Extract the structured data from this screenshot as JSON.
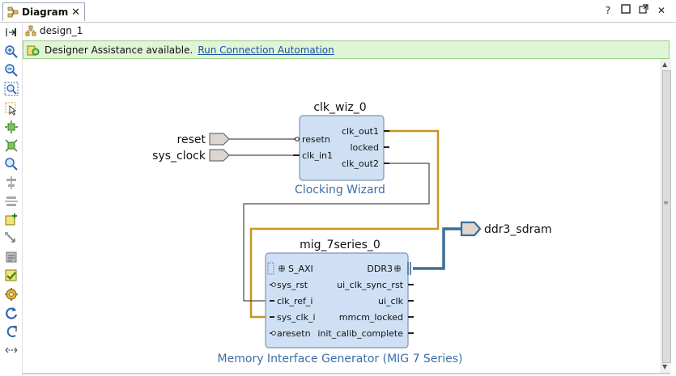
{
  "tab": {
    "title": "Diagram",
    "close": "✕"
  },
  "window_controls": {
    "help": "?",
    "maximize": "□",
    "float": "⇱",
    "close": "✕"
  },
  "breadcrumb": {
    "label": "design_1"
  },
  "banner": {
    "text": "Designer Assistance available.",
    "link": "Run Connection Automation"
  },
  "toolbar": {
    "icons": [
      "zoom-in-icon",
      "zoom-out-icon",
      "zoom-fit-icon",
      "select-icon",
      "fit-selection-icon",
      "auto-fit-icon",
      "search-icon",
      "align-icon",
      "distribute-icon",
      "add-ip-icon",
      "make-connection-icon",
      "regenerate-icon",
      "validate-icon",
      "settings-icon",
      "refresh-icon",
      "route-icon",
      "expand-icon"
    ]
  },
  "diagram": {
    "ports": {
      "reset": "reset",
      "sys_clock": "sys_clock",
      "ddr3": "ddr3_sdram"
    },
    "clk_wiz": {
      "instance": "clk_wiz_0",
      "subtitle": "Clocking Wizard",
      "pins_left": [
        "resetn",
        "clk_in1"
      ],
      "pins_right": [
        "clk_out1",
        "locked",
        "clk_out2"
      ]
    },
    "mig": {
      "instance": "mig_7series_0",
      "subtitle": "Memory Interface Generator (MIG 7 Series)",
      "pins_left": [
        "S_AXI",
        "sys_rst",
        "clk_ref_i",
        "sys_clk_i",
        "aresetn"
      ],
      "pins_right": [
        "DDR3",
        "ui_clk_sync_rst",
        "ui_clk",
        "mmcm_locked",
        "init_calib_complete"
      ]
    },
    "colors": {
      "block_fill": "#cfe0f5",
      "block_border": "#7a93b5",
      "clock_net": "#c8961e",
      "ddr_bus": "#3a6f9a",
      "subtitle": "#3c6ea8"
    }
  }
}
